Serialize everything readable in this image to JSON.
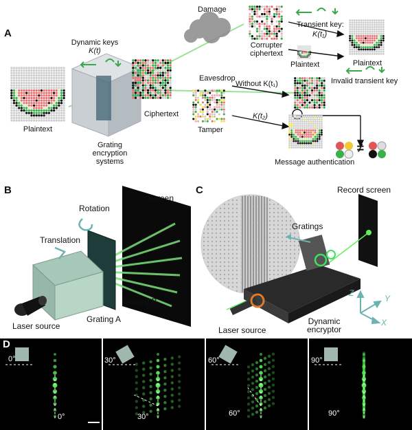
{
  "panels": {
    "a": "A",
    "b": "B",
    "c": "C",
    "d": "D"
  },
  "panel_a": {
    "plaintext_left": "Plaintext",
    "dynamic_keys": "Dynamic keys",
    "kt": "K(t)",
    "grating_systems": "Grating\nencryption\nsystems",
    "ciphertext": "Ciphertext",
    "damage": "Damage",
    "corrupter_ciphertext": "Corrupter\nciphertext",
    "transient_key": "Transient key:",
    "kt1": "K(t₁)",
    "plaintext_right": "Plaintext",
    "plaintext_small": "Plaintext",
    "invalid_key": "Invalid transient key",
    "eavesdrop": "Eavesdrop",
    "without_kt1": "Without K(t₁)",
    "tamper": "Tamper",
    "kt2": "K(t₂)",
    "neq": "≠",
    "message_auth": "Message authentication"
  },
  "panel_b": {
    "rotation": "Rotation",
    "screen": "Screen",
    "translation": "Translation",
    "grating_b": "Grating B",
    "grating_a": "Grating A",
    "laser_source": "Laser source"
  },
  "panel_c": {
    "record_screen": "Record screen",
    "gratings": "Gratings",
    "laser_source": "Laser source",
    "dynamic_encryptor": "Dynamic\nencryptor",
    "axes": {
      "z": "Z",
      "y": "Y",
      "x": "X"
    }
  },
  "panel_d": {
    "angles": [
      {
        "top": "0°",
        "bottom": "0°"
      },
      {
        "top": "30°",
        "bottom": "30°"
      },
      {
        "top": "60°",
        "bottom": "60°"
      },
      {
        "top": "90°",
        "bottom": "90°"
      }
    ]
  },
  "colors": {
    "green": "#38c24a",
    "red": "#e06a6a",
    "laser": "#5df05a"
  }
}
